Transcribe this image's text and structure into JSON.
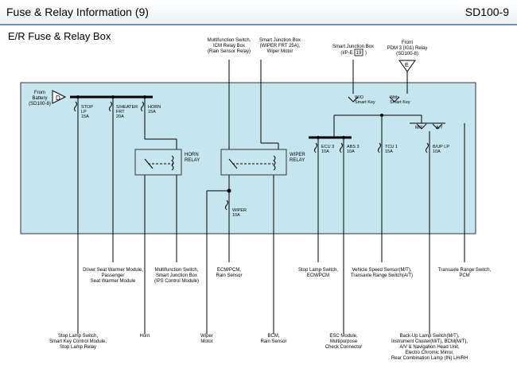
{
  "header": {
    "title": "Fuse & Relay Information (9)",
    "code": "SD100-9"
  },
  "section_title": "E/R Fuse & Relay Box",
  "top_labels": {
    "multifunction": [
      "Multifunction Switch,",
      "ICM Relay Box",
      "(Rain Sensor Relay)"
    ],
    "smart_jb_wiper": [
      "Smart Junction Box",
      "(WIPER FRT 25A),",
      "Wiper Motor"
    ],
    "smart_jb_ipe": [
      "Smart Junction Box",
      "(I/P-E",
      "19",
      ")"
    ],
    "pdm": [
      "From",
      "PDM 3 (IG1) Relay",
      "(SD100-8)"
    ],
    "pdm_connector": "E"
  },
  "battery": {
    "lines": [
      "From",
      "Battery",
      "(SD100-8)"
    ],
    "connector": "D"
  },
  "fuses": {
    "stop_lp": [
      "STOP",
      "LP",
      "15A"
    ],
    "sheater": [
      "S/HEATER",
      "FRT",
      "20A"
    ],
    "horn": [
      "HORN",
      "15A"
    ],
    "wiper": [
      "WIPER",
      "10A"
    ],
    "ecu3": [
      "ECU 3",
      "10A"
    ],
    "abs3": [
      "ABS 3",
      "10A"
    ],
    "tcu1": [
      "TCU 1",
      "15A"
    ],
    "bup": [
      "B/UP LP",
      "10A"
    ]
  },
  "relays": {
    "horn": [
      "HORN",
      "RELAY"
    ],
    "wiper": [
      "WIPER",
      "RELAY"
    ]
  },
  "smart_key": {
    "wo": [
      "W/O",
      "Smart Key"
    ],
    "with": [
      "With",
      "Smart Key"
    ]
  },
  "trans": {
    "mt": "M/T",
    "at": "A/T"
  },
  "middle_labels": {
    "driver_seat": [
      "Driver Seat Warmer Module,",
      "Passenger",
      "Seat Warmer Module"
    ],
    "multifunction_ips": [
      "Multifunction Switch,",
      "Smart Junction Box",
      "(IPS Control Module)"
    ],
    "ecm": [
      "ECM/PCM,",
      "Rain Sensor"
    ],
    "stop_lamp_ecm": [
      "Stop Lamp Switch,",
      "ECM/PCM"
    ],
    "vss": [
      "Vehicle Speed Sensor(M/T),",
      "Transaxle Range Switch(A/T)"
    ],
    "trs": [
      "Transaxle Range Switch,",
      "PCM"
    ]
  },
  "bottom_labels": {
    "stop_lamp": [
      "Stop Lamp Switch,",
      "Smart Key Control Module,",
      "Stop Lamp Relay"
    ],
    "horn": [
      "Horn"
    ],
    "wiper_motor": [
      "Wiper",
      "Motor"
    ],
    "bcm": [
      "BCM,",
      "Rain Sensor"
    ],
    "esc": [
      "ESC Module,",
      "Multipurpose",
      "Check Connector"
    ],
    "backup": [
      "Back-Up Lamp Switch(M/T),",
      "Instrument Cluster(M/T), BCM(M/T),",
      "A/V & Navigation Head Unit,",
      "Electro Chromic Mirror,",
      "Rear Combination Lamp (IN) LH/RH"
    ]
  }
}
